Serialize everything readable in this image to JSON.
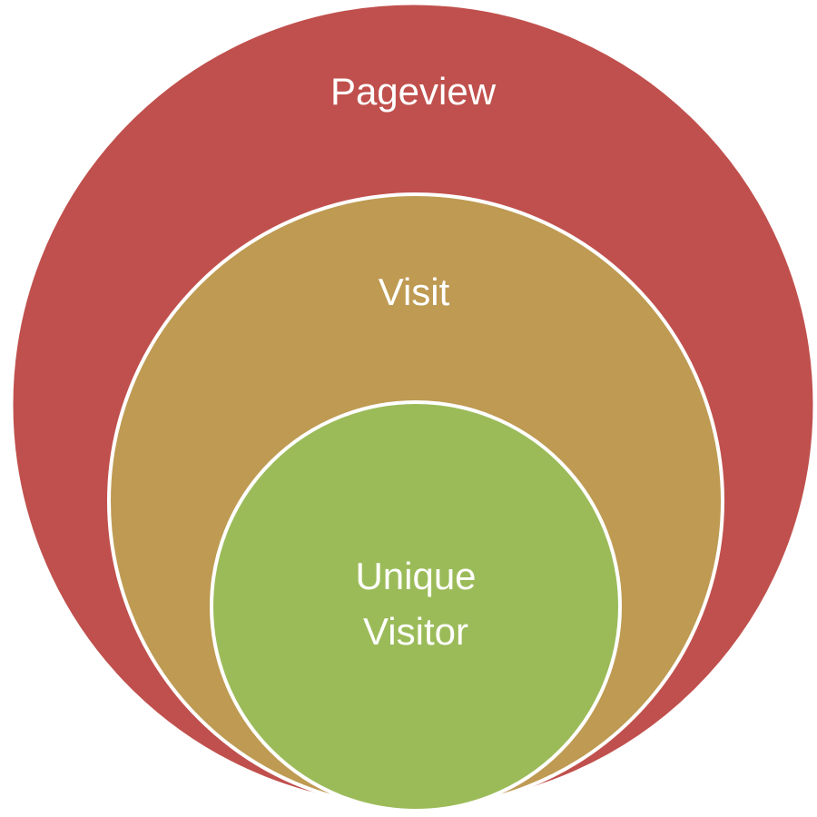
{
  "diagram": {
    "title": "",
    "circles": [
      {
        "label": "Pageview",
        "color": "#C0504D"
      },
      {
        "label": "Visit",
        "color": "#BE9A52"
      },
      {
        "label_lines": [
          "Unique",
          "Visitor"
        ],
        "color": "#9BBB59"
      }
    ],
    "stroke_color": "#FFFFFF"
  }
}
